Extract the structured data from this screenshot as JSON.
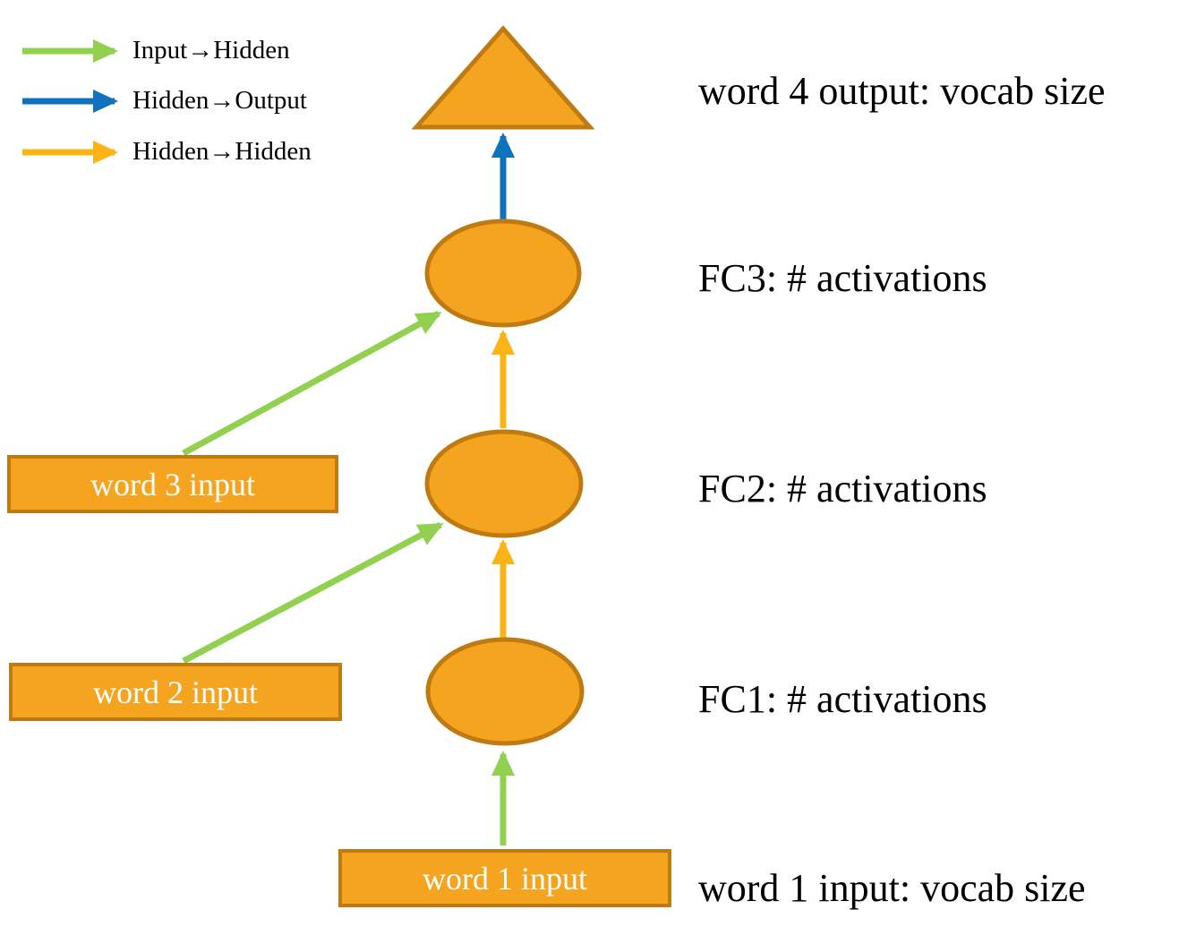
{
  "legend": {
    "items": [
      {
        "label": "Input→Hidden",
        "color": "#92D050"
      },
      {
        "label": "Hidden→Output",
        "color": "#1071BC"
      },
      {
        "label": "Hidden→Hidden",
        "color": "#FBB316"
      }
    ]
  },
  "labels": {
    "output": "word 4 output: vocab size",
    "fc3": "FC3: # activations",
    "fc2": "FC2: # activations",
    "fc1": "FC1: # activations",
    "word1_caption": "word 1 input: vocab size"
  },
  "boxes": {
    "word3": "word 3 input",
    "word2": "word 2 input",
    "word1": "word 1 input"
  },
  "colors": {
    "node_fill": "#F5A41F",
    "node_stroke": "#BF7B11",
    "input_hidden_arrow": "#92D050",
    "hidden_output_arrow": "#1071BC",
    "hidden_hidden_arrow": "#FBB316",
    "text": "#000000",
    "box_text": "#ffffff"
  }
}
